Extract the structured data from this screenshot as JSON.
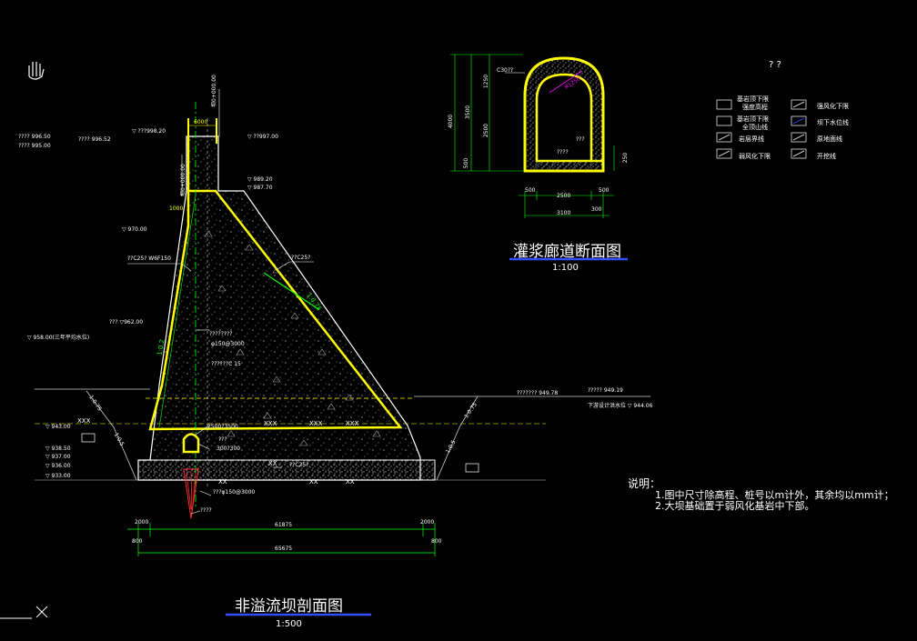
{
  "main_title": "非溢流坝剖面图",
  "main_scale": "1:500",
  "gallery_title": "灌浆廊道断面图",
  "gallery_scale": "1:100",
  "notes": {
    "heading": "说明：",
    "line1": "1.图中尺寸除高程、桩号以m计外，其余均以mm计；",
    "line2": "2.大坝基础置于弱风化基岩中下部。"
  },
  "legend_marks": "? ?",
  "legend": [
    {
      "label": "基岩顶下限",
      "label2": "强度高程"
    },
    {
      "label": "基岩顶下限",
      "label2": "全顶山线"
    },
    {
      "label": "岩层界线"
    },
    {
      "label": "弱风化下限"
    },
    {
      "label": "强风化下限"
    },
    {
      "label": "坝下水位线"
    },
    {
      "label": "原地面线"
    },
    {
      "label": "开挖线"
    }
  ],
  "elevations": {
    "left_top1": "????  996.50",
    "left_top2": "????  995.00",
    "crest_left": "????  996.52",
    "crest_center": "▽ ???998.20",
    "crest_right": "▽ ??997.00",
    "e989": "▽ 989.20",
    "e987": "▽ 987.70",
    "e970": "▽ 970.00",
    "e962": "???  ▽962.00",
    "e958": "▽ 958.00(三年平均水位)",
    "e949_right": "?????   949.19",
    "e949_mid": "???????   949.78",
    "e944": "下游设计洪水位 ▽ 944.06",
    "e943": "▽ 943.00",
    "e938": "▽ 938.50",
    "e937": "▽ 937.00",
    "e936": "▽ 936.00",
    "e933": "▽ 933.00"
  },
  "labels": {
    "stake_top": "坝0+000.00",
    "stake_mid": "坝0+000.00",
    "c25_left": "??C25?  W6F150",
    "c25_right": "??C25?",
    "pile": "????????",
    "pile2": "φ150@3000",
    "pile3": "??????C   15",
    "gallery_size": "2500?3500",
    "gallery_q": "???",
    "gallery_size2": "300?300",
    "base_c25": "??C25?",
    "anchor": "???φ150@3000",
    "anchor_q": "????",
    "width_top": "6000",
    "w1000": "1000",
    "slope_up": "1:0.2",
    "slope_down": "1:0.75",
    "slope_left": "1:0.75",
    "slope_left2": "1:0.5",
    "slope_right": "1:0.75",
    "slope_right2": "1:0.5",
    "xx": "XX"
  },
  "dims_main": {
    "d1": "2000",
    "d2": "61875",
    "d3": "2000",
    "d4": "800",
    "d5": "65675",
    "d6": "800"
  },
  "gallery": {
    "c30": "C30??",
    "r": "R1250",
    "inner": "????",
    "inner2": "???",
    "h_total": "4000",
    "h_top": "1250",
    "h_mid": "3500",
    "h_low": "2500",
    "h_base": "500",
    "h_right": "250",
    "w_left": "500",
    "w_mid": "2500",
    "w_right": "500",
    "w_total": "3100",
    "w_r2": "300"
  }
}
